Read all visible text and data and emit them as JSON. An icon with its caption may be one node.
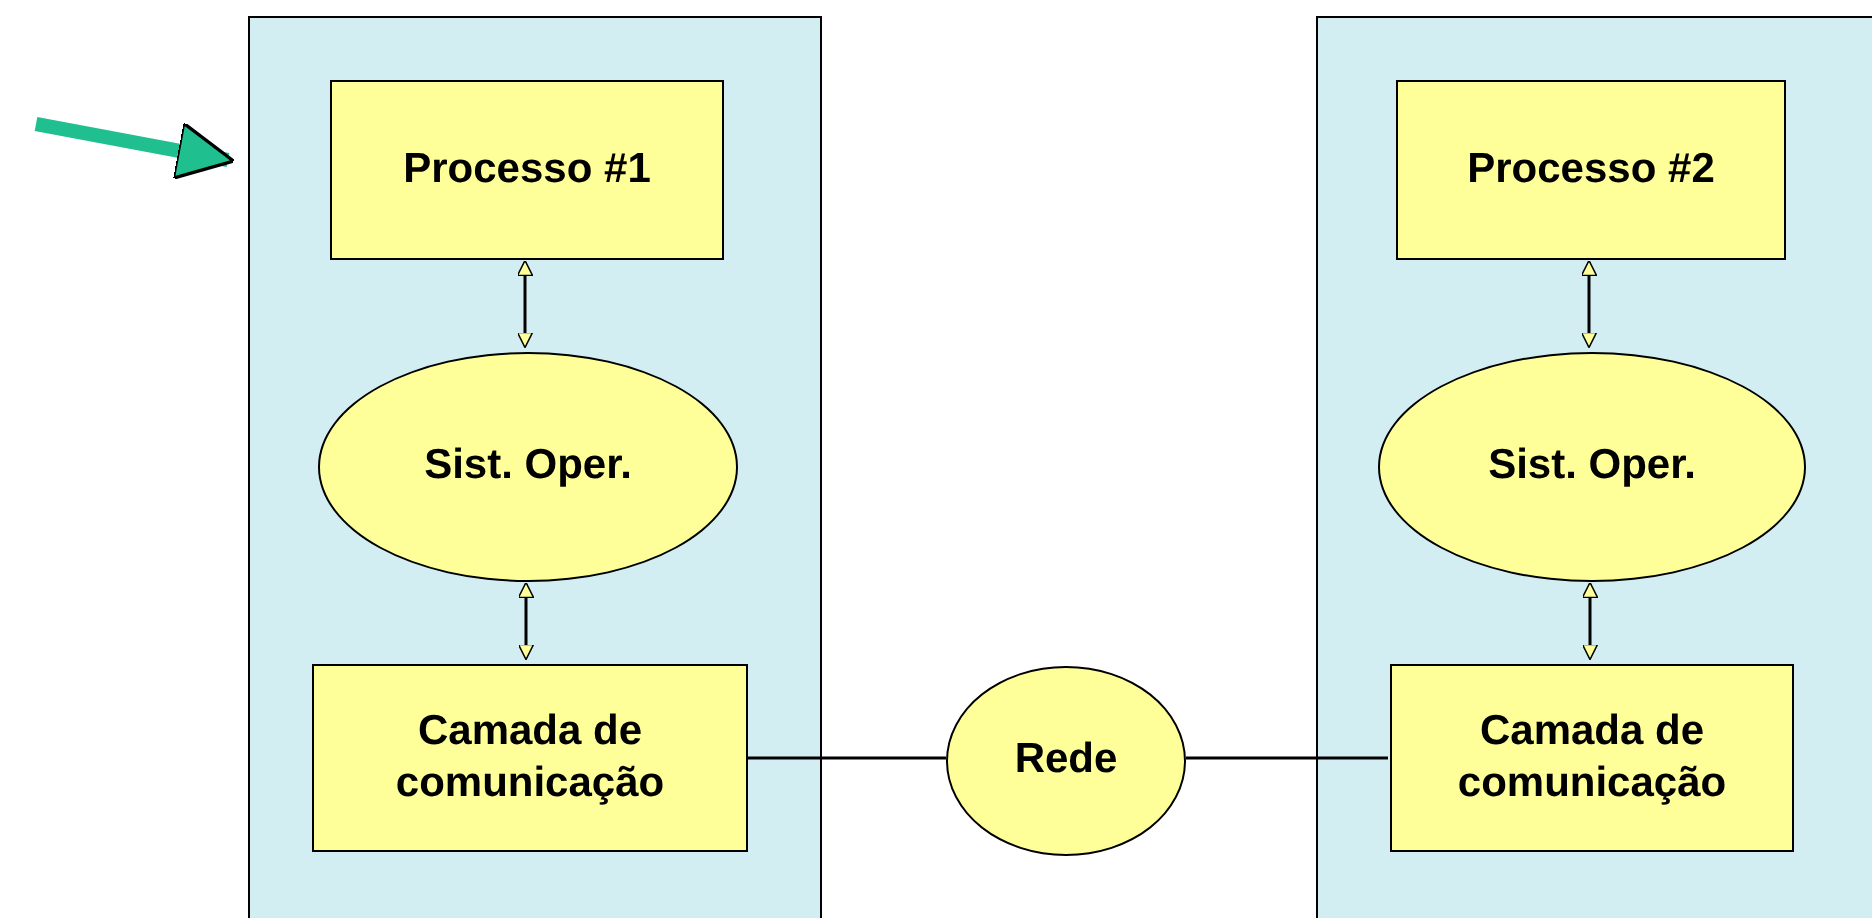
{
  "diagram": {
    "nodes": [
      {
        "text": [],
        "shape": "box"
      },
      {
        "text": [
          "Processo #1"
        ],
        "in": 0
      },
      {
        "text": [
          "Sist. Oper."
        ],
        "in": 0
      },
      {
        "text": [
          "Camada de comunicação"
        ],
        "in": 0
      },
      {
        "text": [],
        "shape": "box"
      },
      {
        "text": [
          "Processo #2"
        ],
        "in": 4
      },
      {
        "text": [
          "Sist. Oper."
        ],
        "in": 4
      },
      {
        "text": [
          "Camada de comunicação"
        ],
        "in": 4
      },
      {
        "text": [
          "Rede"
        ]
      }
    ],
    "edges": [
      {
        "from": null,
        "to": 0,
        "arrow": "to",
        "style": "thick",
        "color": "#1fbf8f"
      },
      {
        "from": 1,
        "to": 2,
        "arrow": "both"
      },
      {
        "from": 2,
        "to": 3,
        "arrow": "both"
      },
      {
        "from": 5,
        "to": 6,
        "arrow": "both"
      },
      {
        "from": 6,
        "to": 7,
        "arrow": "both"
      },
      {
        "from": 3,
        "to": 8,
        "arrow": "none"
      },
      {
        "from": 8,
        "to": 7,
        "arrow": "none"
      }
    ]
  }
}
